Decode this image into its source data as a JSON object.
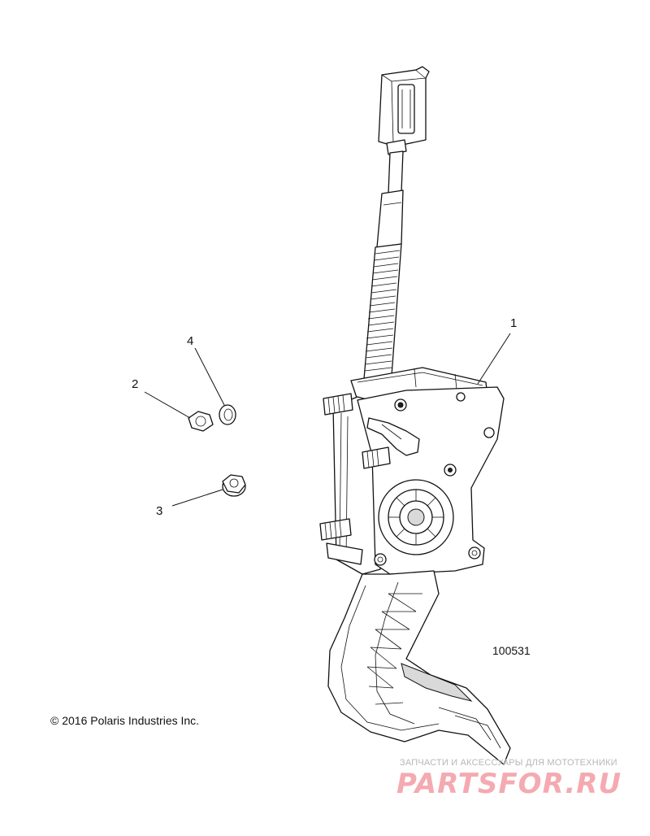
{
  "diagram": {
    "callouts": [
      {
        "id": "callout-1",
        "label": "1"
      },
      {
        "id": "callout-2",
        "label": "2"
      },
      {
        "id": "callout-3",
        "label": "3"
      },
      {
        "id": "callout-4",
        "label": "4"
      }
    ],
    "diagram_number": "100531",
    "copyright": "© 2016 Polaris Industries Inc."
  },
  "watermark": {
    "tagline": "ЗАПЧАСТИ И АКСЕССУАРЫ ДЛЯ МОТОТЕХНИКИ",
    "logo": "PARTSFOR.RU"
  }
}
